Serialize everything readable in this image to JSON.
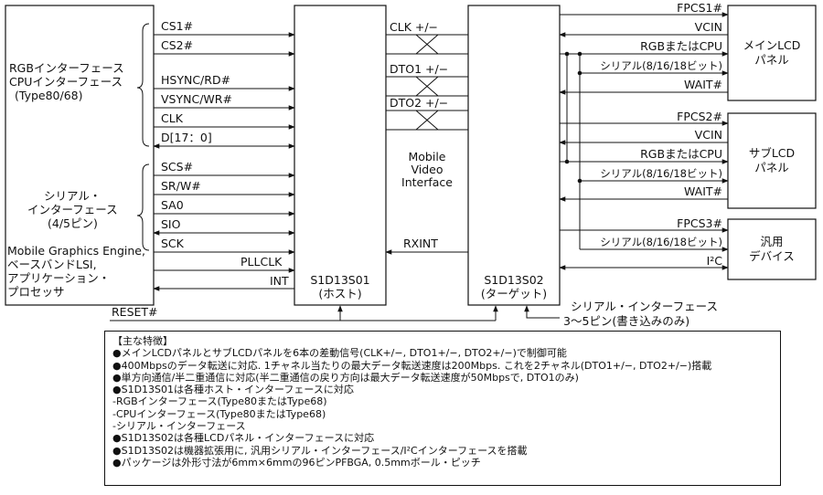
{
  "host_block": {
    "groups": [
      "RGBインターフェース",
      "CPUインターフェース",
      "(Type80/68)"
    ],
    "serial_group": [
      "シリアル・",
      "インターフェース",
      "(4/5ピン)"
    ],
    "device": [
      "Mobile Graphics Engine,",
      "ベースバンドLSI,",
      "アプリケーション・",
      "プロセッサ"
    ]
  },
  "signals_left": [
    "CS1#",
    "CS2#",
    "HSYNC/RD#",
    "VSYNC/WR#",
    "CLK",
    "D[17：0]",
    "SCS#",
    "SR/W#",
    "SA0",
    "SIO",
    "SCK",
    "PLLCLK",
    "INT",
    "RESET#"
  ],
  "host_chip": {
    "name": "S1D13S01",
    "role": "(ホスト)"
  },
  "target_chip": {
    "name": "S1D13S02",
    "role": "(ターゲット)"
  },
  "mvi": {
    "lines": [
      "Mobile",
      "Video",
      "Interface"
    ]
  },
  "diff_pairs": [
    "CLK +/−",
    "DTO1 +/−",
    "DTO2 +/−"
  ],
  "rxint": "RXINT",
  "right_signals": {
    "main": [
      "FPCS1#",
      "VCIN",
      "RGBまたはCPU",
      "シリアル(8/16/18ビット)",
      "WAIT#"
    ],
    "sub": [
      "FPCS2#",
      "VCIN",
      "RGBまたはCPU",
      "シリアル(8/16/18ビット)",
      "WAIT#"
    ],
    "gen": [
      "FPCS3#",
      "シリアル(8/16/18ビット)",
      "I²C"
    ]
  },
  "panels": {
    "main": [
      "メインLCD",
      "パネル"
    ],
    "sub": [
      "サブLCD",
      "パネル"
    ],
    "gen": [
      "汎用",
      "デバイス"
    ]
  },
  "serial_bottom": [
    "シリアル・インターフェース",
    "3〜5ピン(書き込みのみ)"
  ],
  "features": {
    "title": "【主な特徴】",
    "items": [
      "●メインLCDパネルとサブLCDパネルを6本の差動信号(CLK+/−, DTO1+/−, DTO2+/−)で制御可能",
      "●400Mbpsのデータ転送に対応. 1チャネル当たりの最大データ転送速度は200Mbps. これを2チャネル(DTO1+/−, DTO2+/−)搭載",
      "●単方向通信/半二重通信に対応(半二重通信の戻り方向は最大データ転送速度が50Mbpsで, DTO1のみ)",
      "●S1D13S01は各種ホスト・インターフェースに対応",
      " -RGBインターフェース(Type80またはType68)",
      " -CPUインターフェース(Type80またはType68)",
      " -シリアル・インターフェース",
      "●S1D13S02は各種LCDパネル・インターフェースに対応",
      "●S1D13S02は機器拡張用に, 汎用シリアル・インターフェース/I²Cインターフェースを搭載",
      "●パッケージは外形寸法が6mm×6mmの96ピンPFBGA, 0.5mmボール・ピッチ"
    ]
  }
}
